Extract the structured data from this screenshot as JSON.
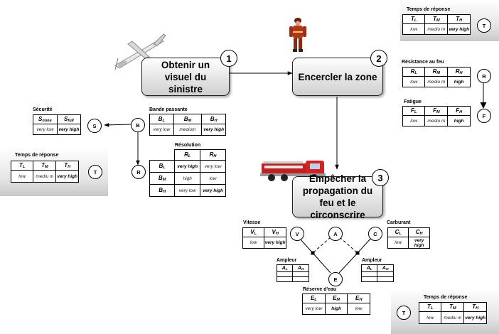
{
  "tasks": {
    "t1": {
      "num": "1",
      "label": "Obtenir un visuel du sinistre"
    },
    "t2": {
      "num": "2",
      "label": "Encercler la zone"
    },
    "t3": {
      "num": "3",
      "label": "Empêcher la propagation du feu et le circonscrire"
    }
  },
  "nodes": {
    "T": "T",
    "R": "R",
    "F": "F",
    "S": "S",
    "B": "B",
    "V": "V",
    "A": "A",
    "C": "C",
    "E": "E"
  },
  "temps_reponse": {
    "title": "Temps de réponse",
    "headers": [
      {
        "b": "T",
        "s": "L"
      },
      {
        "b": "T",
        "s": "M"
      },
      {
        "b": "T",
        "s": "H"
      }
    ],
    "values": [
      "low",
      "mediu m",
      "very high"
    ]
  },
  "resistance_feu": {
    "title": "Résistance au feu",
    "headers": [
      {
        "b": "R",
        "s": "L"
      },
      {
        "b": "R",
        "s": "M"
      },
      {
        "b": "R",
        "s": "H"
      }
    ],
    "values": [
      "low",
      "mediu m",
      "high"
    ]
  },
  "fatigue": {
    "title": "Fatigue",
    "headers": [
      {
        "b": "F",
        "s": "L"
      },
      {
        "b": "F",
        "s": "M"
      },
      {
        "b": "F",
        "s": "H"
      }
    ],
    "values": [
      "low",
      "mediu m",
      "high"
    ]
  },
  "securite": {
    "title": "Sécurité",
    "headers": [
      {
        "b": "S",
        "s": "none"
      },
      {
        "b": "S",
        "s": "full"
      }
    ],
    "values": [
      "very low",
      "very high"
    ]
  },
  "bande_passante": {
    "title": "Bande passante",
    "headers": [
      {
        "b": "B",
        "s": "L"
      },
      {
        "b": "B",
        "s": "M"
      },
      {
        "b": "B",
        "s": "H"
      }
    ],
    "values": [
      "very low",
      "medium",
      "very high"
    ]
  },
  "resolution": {
    "title": "Résolution",
    "cols": [
      {
        "b": "R",
        "s": "L"
      },
      {
        "b": "R",
        "s": "H"
      }
    ],
    "rows": [
      {
        "b": "B",
        "s": "L",
        "values": [
          "very high",
          "very low"
        ]
      },
      {
        "b": "B",
        "s": "M",
        "values": [
          "high",
          "low"
        ]
      },
      {
        "b": "B",
        "s": "H",
        "values": [
          "very low",
          "very high"
        ]
      }
    ]
  },
  "vitesse": {
    "title": "Vitesse",
    "headers": [
      {
        "b": "V",
        "s": "L"
      },
      {
        "b": "V",
        "s": "H"
      }
    ],
    "values": [
      "low",
      "very high"
    ]
  },
  "carburant": {
    "title": "Carburant",
    "headers": [
      {
        "b": "C",
        "s": "L"
      },
      {
        "b": "C",
        "s": "H"
      }
    ],
    "values": [
      "low",
      "very high"
    ]
  },
  "ampleur": {
    "title": "Ampleur",
    "headers": [
      {
        "b": "A",
        "s": "L"
      },
      {
        "b": "A",
        "s": "H"
      }
    ]
  },
  "reserve_eau": {
    "title": "Réserve d'eau",
    "headers": [
      {
        "b": "E",
        "s": "L"
      },
      {
        "b": "E",
        "s": "M"
      },
      {
        "b": "E",
        "s": "H"
      }
    ],
    "values": [
      "very low",
      "high",
      "low"
    ]
  }
}
